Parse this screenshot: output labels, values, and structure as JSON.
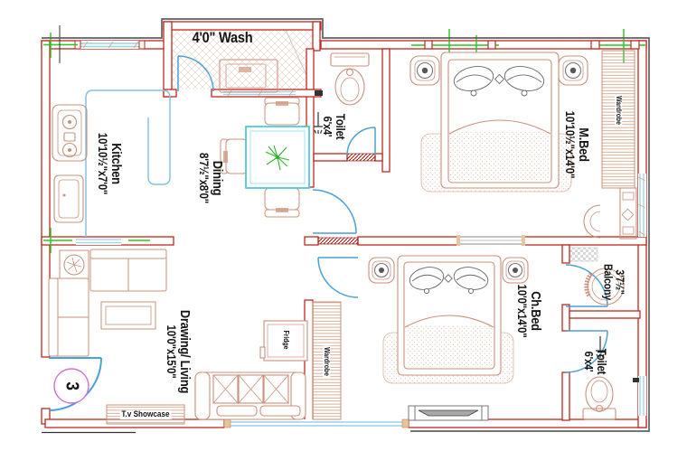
{
  "plan": {
    "rooms": {
      "wash": {
        "label": "4'0\" Wash"
      },
      "kitchen": {
        "name": "Kitchen",
        "dims": "10'10½\"x7'0\""
      },
      "dining": {
        "name": "Dining",
        "dims": "8'7½\"x8'0\""
      },
      "toilet_top": {
        "name": "Toilet",
        "dims": "6'x4'"
      },
      "master_bed": {
        "name": "M.Bed",
        "dims": "10'10½\"x14'0\""
      },
      "drawing_living": {
        "name": "Drawing/ Living",
        "dims": "10'0\"x15'0\""
      },
      "child_bed": {
        "name": "Ch.Bed",
        "dims": "10'0\"x14'0\""
      },
      "balcony": {
        "name": "Balcony",
        "dims": "3'7½\""
      },
      "toilet_bottom": {
        "name": "Toilet",
        "dims": "6'x4'"
      }
    },
    "fixtures": {
      "wardrobe_master": "Wardrobe",
      "wardrobe_child": "Wardrobe",
      "fridge": "Fridge",
      "tv_showcase": "T.v Showcase",
      "entry_door_number": "3"
    },
    "colors": {
      "wall_red": "#c3261e",
      "outer_gray": "#606060",
      "door_blue": "#4aa0d8",
      "window_cyan": "#9ad2ea",
      "grid_green": "#1fcb1f",
      "furniture_tan": "#c9907a",
      "dining_cyan": "#45c8da",
      "plant_green": "#2db52d",
      "door_tag_magenta": "#cf6fcf",
      "sill_dark_red": "#9c1710",
      "text_black": "#151515"
    }
  }
}
